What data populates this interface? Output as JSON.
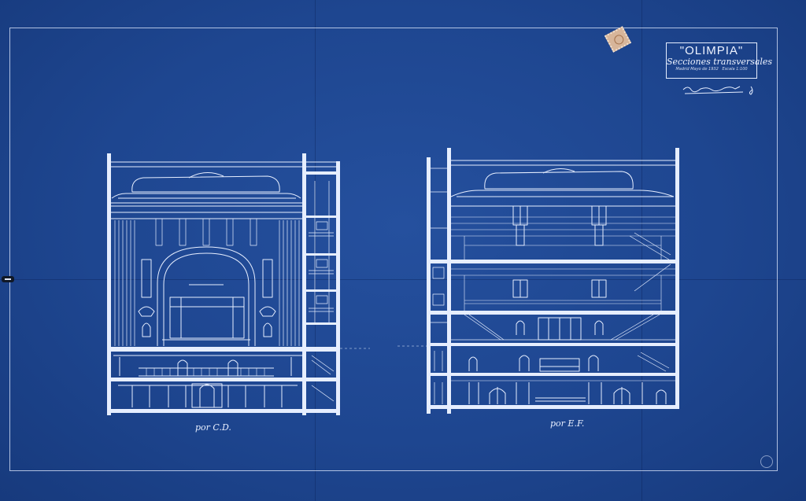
{
  "title_block": {
    "name": "\"OLIMPIA\"",
    "subtitle": "Secciones transversales",
    "meta_left": "Madrid Mayo de 1932",
    "meta_right": "Escala 1:100"
  },
  "captions": {
    "left_section": "por C.D.",
    "right_section": "por E.F."
  },
  "colors": {
    "paper": "#1f4590",
    "linework": "#e6eeff",
    "stamp": "#d7b59a"
  },
  "icons": {
    "stamp": "postage-stamp-icon",
    "clip": "binder-clip-icon",
    "signature": "signature-icon"
  }
}
